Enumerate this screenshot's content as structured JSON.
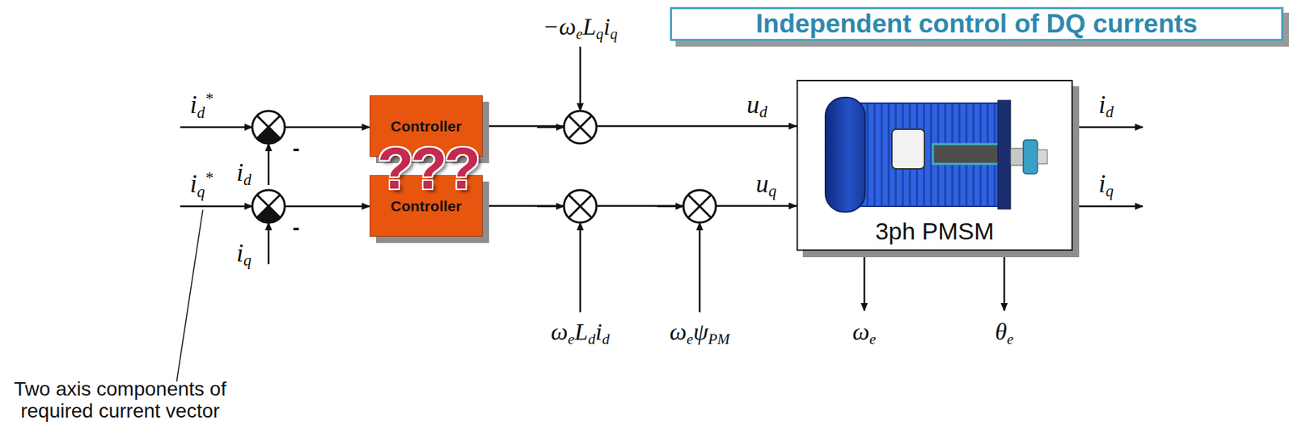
{
  "diagram": {
    "title": "Independent control of DQ currents",
    "nodes": [
      {
        "text": [
          "Controller"
        ]
      },
      {
        "text": [
          "Controller"
        ]
      },
      {
        "text": [
          "3ph PMSM"
        ]
      }
    ],
    "edges": [
      {
        "from": 0,
        "to": 2,
        "arrow": "to"
      },
      {
        "from": 1,
        "to": 2,
        "arrow": "to"
      }
    ],
    "labels": [
      "id*",
      "id",
      "-",
      "iq*",
      "iq",
      "-",
      "???",
      "−ωeLqiq",
      "ud",
      "uq",
      "ωeLdid",
      "ωeψPM",
      "id",
      "iq",
      "ωe",
      "θe",
      "Two axis components of required current vector"
    ]
  }
}
